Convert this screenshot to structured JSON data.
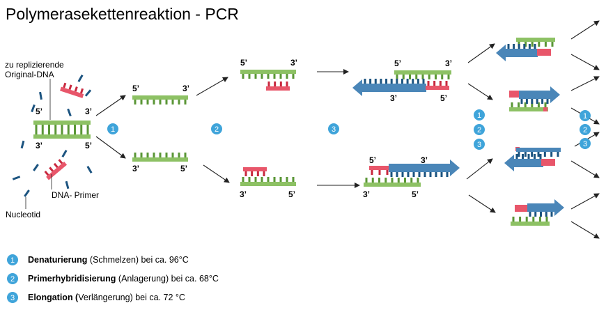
{
  "title": "Polymerasekettenreaktion - PCR",
  "labels": {
    "original_dna": [
      "zu replizierende",
      "Original-DNA"
    ],
    "primer": "DNA- Primer",
    "nucleotide": "Nucleotid"
  },
  "ends": {
    "five": "5’",
    "three": "3’"
  },
  "steps": [
    "1",
    "2",
    "3"
  ],
  "legend": [
    {
      "num": "1",
      "bold": "Denaturierung",
      "rest": " (Schmelzen) bei ca. 96°C"
    },
    {
      "num": "2",
      "bold": "Primerhybridisierung",
      "rest": " (Anlagerung) bei ca. 68°C"
    },
    {
      "num": "3",
      "bold": "Elongation (",
      "rest": "Verlängerung) bei ca. 72 °C"
    }
  ],
  "colors": {
    "green": "#8dc164",
    "green_dark": "#5a9636",
    "red": "#e8566a",
    "red_dark": "#c8283e",
    "blue": "#4a86b8",
    "blue_dark": "#1c5480",
    "circle": "#3fa4da",
    "arrow": "#222222"
  }
}
